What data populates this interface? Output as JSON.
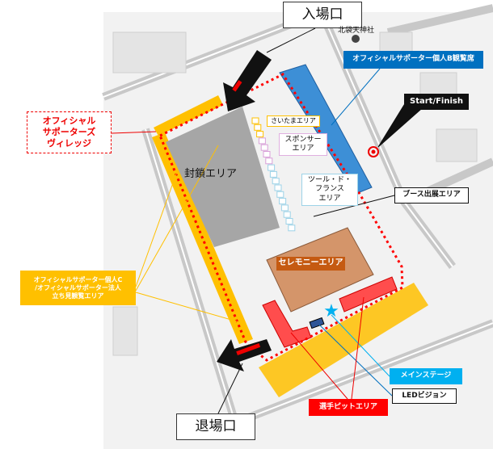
{
  "map": {
    "entrance": "入場口",
    "exit": "退場口",
    "closed_area": "封鎖エリア",
    "saitama_area": "さいたまエリア",
    "sponsor_area": "スポンサー\nエリア",
    "tdf_area": "ツール・ド・\nフランス\nエリア",
    "ceremony_area": "セレモニーエリア",
    "landmark": "北袋天神社"
  },
  "callouts": {
    "supporters_village": "オフィシャル\nサポーターズ\nヴィレッジ",
    "individual_b": "オフィシャルサポーター個人B観覧席",
    "start_finish": "Start/Finish",
    "booth_area": "ブース出展エリア",
    "individual_c": "オフィシャルサポーター個人C\n/オフィシャルサポーター法人\n立ち見観覧エリア",
    "main_stage": "メインステージ",
    "led_vision": "LEDビジョン",
    "pit_area": "選手ピットエリア"
  },
  "colors": {
    "venue_outline": "#ff0000",
    "blue_area": "#3d8fd6",
    "yellow_area": "#ffc000",
    "closed_area": "#a6a6a6",
    "ceremony": "#d4956a",
    "pit": "#ff4d4d",
    "main_stage": "#00b0f0",
    "label_blue": "#0070c0"
  }
}
